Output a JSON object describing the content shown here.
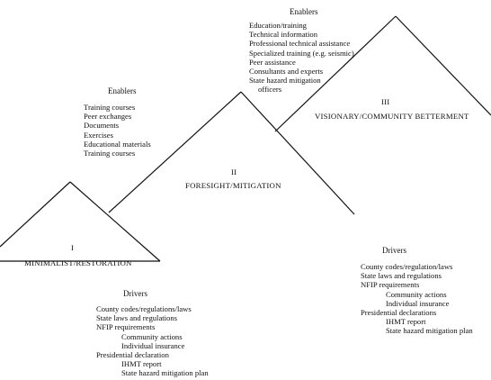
{
  "levels": [
    {
      "numeral": "I",
      "name": "MINIMALIST/RESTORATION"
    },
    {
      "numeral": "II",
      "name": "FORESIGHT/MITIGATION"
    },
    {
      "numeral": "III",
      "name": "VISIONARY/COMMUNITY BETTERMENT"
    }
  ],
  "enablers_level2": {
    "heading": "Enablers",
    "items": [
      "Training courses",
      "Peer exchanges",
      "Documents",
      "Exercises",
      "Educational materials",
      "Training courses"
    ]
  },
  "enablers_level3": {
    "heading": "Enablers",
    "items": [
      "Education/training",
      "Technical information",
      "Professional technical assistance",
      "Specialized training (e.g. seismic)",
      "Peer assistance",
      "Consultants and experts",
      "State hazard mitigation",
      "officers"
    ]
  },
  "drivers_level1": {
    "heading": "Drivers",
    "items": [
      "County codes/regulations/laws",
      "State laws and regulations",
      "NFIP requirements",
      "Community actions",
      "Individual insurance",
      "Presidential declaration",
      "IHMT report",
      "State hazard mitigation plan"
    ]
  },
  "drivers_level3": {
    "heading": "Drivers",
    "items": [
      "County codes/regulation/laws",
      "State laws and regulations",
      "NFIP requirements",
      "Community actions",
      "Individual insurance",
      "Presidential declarations",
      "IHMT report",
      "State hazard mitigation plan"
    ]
  }
}
